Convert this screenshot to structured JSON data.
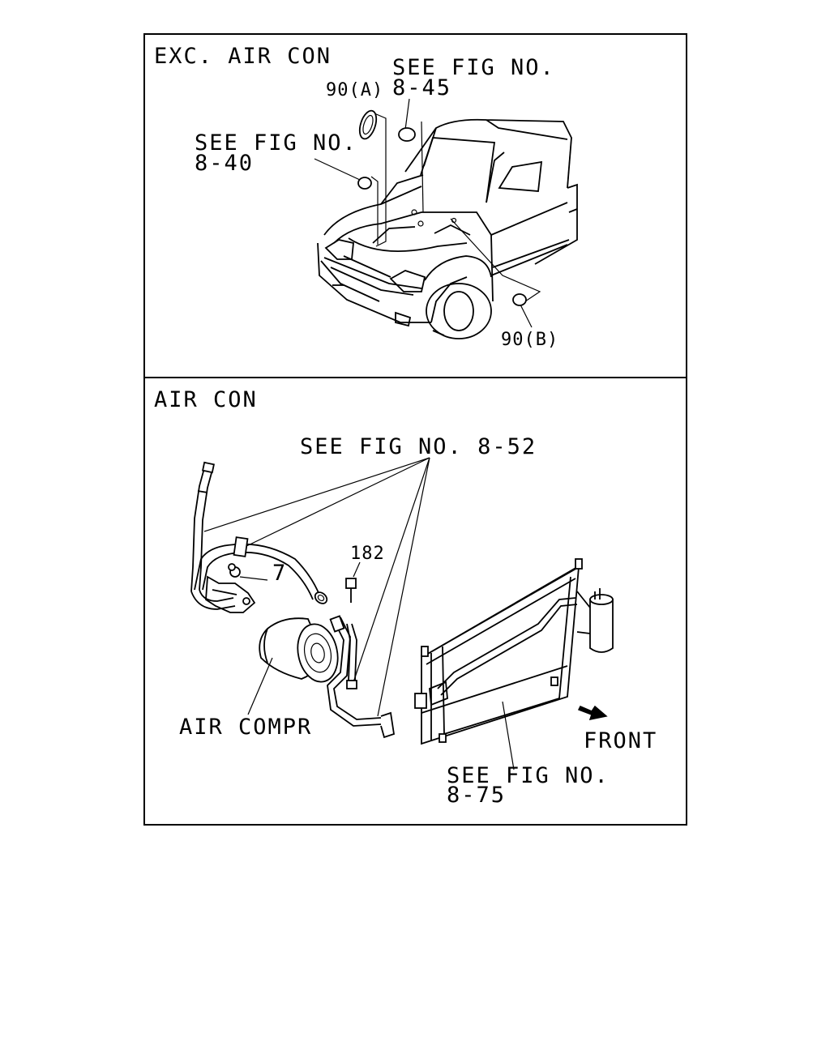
{
  "panels": {
    "top": {
      "title": "EXC. AIR CON",
      "ref_8_45": {
        "line1": "SEE FIG NO.",
        "line2": "8-45"
      },
      "ref_8_40": {
        "line1": "SEE FIG NO.",
        "line2": "8-40"
      },
      "part_90a": "90(A)",
      "part_90b": "90(B)"
    },
    "bottom": {
      "title": "AIR CON",
      "ref_8_52": "SEE FIG NO. 8-52",
      "part_182": "182",
      "part_7": "7",
      "air_compr": "AIR COMPR",
      "front": "FRONT",
      "ref_8_75": {
        "line1": "SEE FIG NO.",
        "line2": "8-75"
      }
    }
  },
  "icons": {
    "front_arrow": "front-direction-arrow-icon"
  }
}
